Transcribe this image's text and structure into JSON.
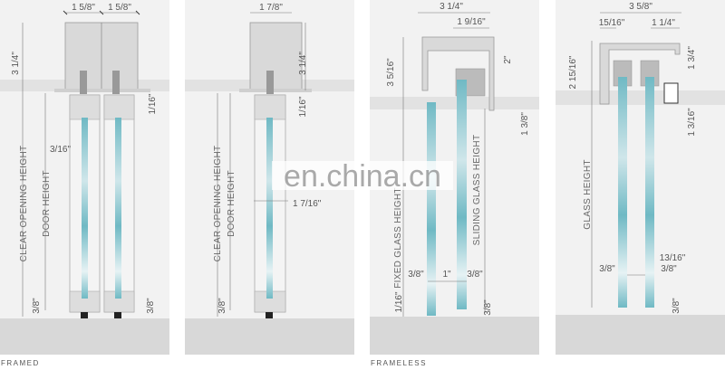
{
  "watermark": "en.china.cn",
  "captions": {
    "framed": "FRAMED",
    "frameless": "FRAMELESS"
  },
  "colors": {
    "glass": "#6fb9c4",
    "ceiling": "#e2e2e2",
    "floor": "#d8d8d8",
    "panel": "#f2f2f2"
  },
  "panel1": {
    "width_left": "1 5/8\"",
    "width_right": "1 5/8\"",
    "header_height": "3 1/4\"",
    "gap_top": "1/16\"",
    "side_gap": "3/16\"",
    "clear_opening": "CLEAR OPENING HEIGHT",
    "door_height": "DOOR HEIGHT",
    "bottom_left": "3/8\"",
    "bottom_right": "3/8\""
  },
  "panel2": {
    "width": "1 7/8\"",
    "header_height": "3 1/4\"",
    "gap_top": "1/16\"",
    "door_width": "1 7/16\"",
    "clear_opening": "CLEAR OPENING HEIGHT",
    "door_height": "DOOR HEIGHT",
    "bottom": "3/8\""
  },
  "panel3": {
    "width": "3 1/4\"",
    "track_width": "1 9/16\"",
    "header_height": "3 5/16\"",
    "carrier_height": "2\"",
    "drop": "1 3/8\"",
    "fixed_glass": "FIXED GLASS HEIGHT",
    "sliding_glass": "SLIDING GLASS HEIGHT",
    "glass_left": "3/8\"",
    "gap": "1\"",
    "glass_right": "3/8\"",
    "floor_gap": "1/16\"",
    "bottom": "3/8\""
  },
  "panel4": {
    "width": "3 5/8\"",
    "left_offset": "15/16\"",
    "right_offset": "1 1/4\"",
    "header_height": "2 15/16\"",
    "carrier_height": "1 3/4\"",
    "drop": "1 3/16\"",
    "glass_height": "GLASS HEIGHT",
    "gap": "13/16\"",
    "glass_left": "3/8\"",
    "glass_right": "3/8\"",
    "bottom": "3/8\""
  }
}
